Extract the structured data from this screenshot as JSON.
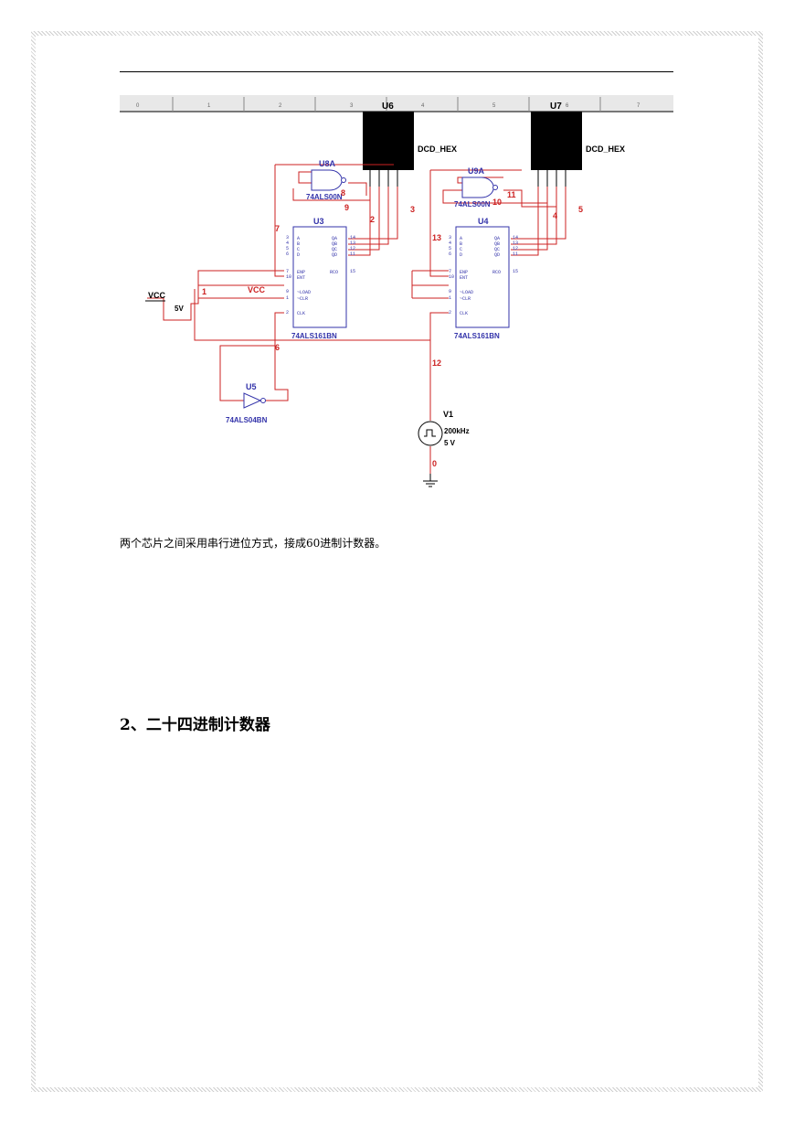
{
  "caption": "两个芯片之间采用串行进位方式，接成60进制计数器。",
  "section_heading": "2、二十四进制计数器",
  "schematic": {
    "ruler_ticks": [
      "0",
      "1",
      "2",
      "3",
      "4",
      "5",
      "6",
      "7"
    ],
    "display_left": {
      "ref": "U6",
      "type": "DCD_HEX"
    },
    "display_right": {
      "ref": "U7",
      "type": "DCD_HEX"
    },
    "gate_left": {
      "ref": "U8A",
      "part": "74ALS00N"
    },
    "gate_right": {
      "ref": "U9A",
      "part": "74ALS00N"
    },
    "counter_left": {
      "ref": "U3",
      "part": "74ALS161BN"
    },
    "counter_right": {
      "ref": "U4",
      "part": "74ALS161BN"
    },
    "inverter": {
      "ref": "U5",
      "part": "74ALS04BN"
    },
    "supply": {
      "name": "VCC",
      "value": "5V",
      "net": "VCC"
    },
    "source": {
      "ref": "V1",
      "freq": "200kHz",
      "amp": "5 V"
    },
    "counter_pins_left": [
      "A",
      "B",
      "C",
      "D",
      "ENP",
      "ENT",
      "~LOAD",
      "~CLR",
      "CLK"
    ],
    "counter_pins_right": [
      "QA",
      "QB",
      "QC",
      "QD",
      "RCO"
    ],
    "pin_nums_left": [
      "3",
      "4",
      "5",
      "6",
      "7",
      "10",
      "9",
      "1",
      "2"
    ],
    "pin_nums_right": [
      "14",
      "13",
      "12",
      "11",
      "15"
    ],
    "net_labels": [
      "7",
      "8",
      "9",
      "2",
      "3",
      "1",
      "6",
      "13",
      "10",
      "11",
      "4",
      "5",
      "12",
      "0"
    ]
  },
  "colors": {
    "wire": "#cc2222",
    "component": "#3333aa",
    "display": "#000000"
  }
}
